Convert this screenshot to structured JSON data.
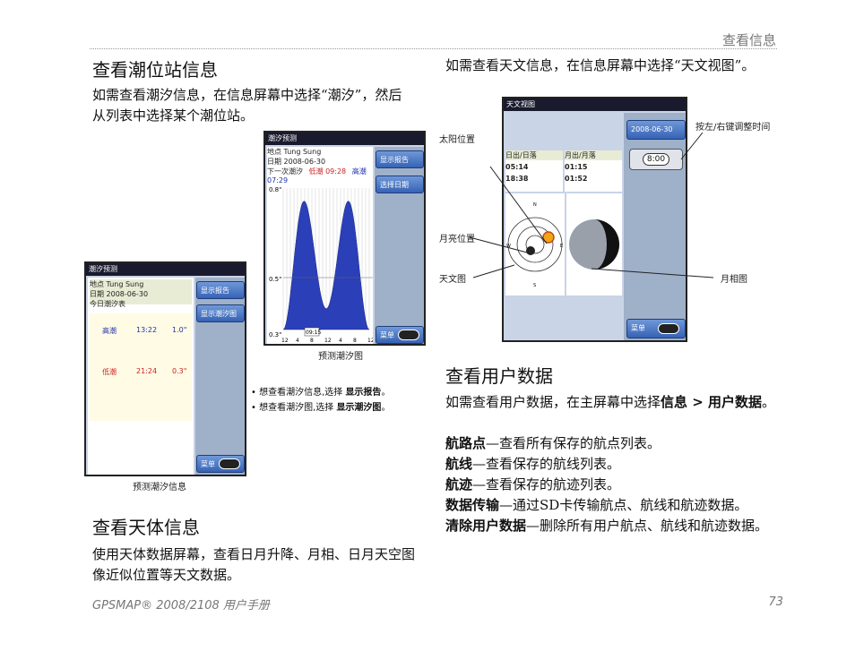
{
  "header": {
    "title": "查看信息"
  },
  "left": {
    "tides_heading": "查看潮位站信息",
    "tides_text": "如需查看潮汐信息，在信息屏幕中选择“潮汐”，然后从列表中选择某个潮位站。",
    "bullet1_a": "想查看潮汐信息,选择 ",
    "bullet1_b": "显示报告",
    "bullet1_c": "。",
    "bullet2_a": "想查看潮汐图,选择 ",
    "bullet2_b": "显示潮汐图",
    "bullet2_c": "。",
    "caption_chart": "预测潮汐图",
    "caption_info": "预测潮汐信息",
    "celestial_heading": "查看天体信息",
    "celestial_text": "使用天体数据屏幕，查看日月升降、月相、日月天空图像近似位置等天文数据。"
  },
  "tide_screen_small": {
    "title": "潮汐预测",
    "rows": [
      "地点  Tung Sung",
      "日期  2008-06-30",
      "今日潮汐表"
    ],
    "table": [
      {
        "type": "高潮",
        "time": "13:22",
        "height": "1.0\"",
        "color": "#2233aa"
      },
      {
        "type": "低潮",
        "time": "21:24",
        "height": "0.3\"",
        "color": "#cc2222"
      }
    ],
    "btn1": "显示报告",
    "btn2": "显示潮汐图",
    "menu": "菜单"
  },
  "tide_screen_chart": {
    "title": "潮汐预测",
    "rows": [
      "地点  Tung Sung",
      "日期  2008-06-30"
    ],
    "next_label": "下一次潮汐",
    "next_low": "低潮 09:28",
    "next_high": "高潮 07:29",
    "y_top": "0.8\"",
    "y_mid": "0.5\"",
    "y_bot": "0.3\"",
    "time_marker": "09:15",
    "x_ticks": [
      "12",
      "4",
      "8",
      "12",
      "4",
      "8",
      "12"
    ],
    "btn1": "显示报告",
    "btn2": "选择日期",
    "menu": "菜单"
  },
  "right": {
    "astro_text": "如需查看天文信息，在信息屏幕中选择“天文视图”。",
    "user_heading": "查看用户数据",
    "user_text_a": "如需查看用户数据，在主屏幕中选择",
    "user_text_b": "信息 > 用户数据",
    "user_text_c": "。",
    "items": [
      {
        "term": "航路点",
        "desc": "—查看所有保存的航点列表。"
      },
      {
        "term": "航线",
        "desc": "—查看保存的航线列表。"
      },
      {
        "term": "航迹",
        "desc": "—查看保存的航迹列表。"
      },
      {
        "term": "数据传输",
        "desc": "—通过SD卡传输航点、航线和航迹数据。"
      },
      {
        "term": "清除用户数据",
        "desc": "—删除所有用户航点、航线和航迹数据。"
      }
    ]
  },
  "astro_screen": {
    "title": "天文视图",
    "date": "2008-06-30",
    "sun_header": "日出/日落",
    "moon_header": "月出/月落",
    "sunrise": "05:14",
    "sunset": "18:38",
    "moonrise": "01:15",
    "moonset": "01:52",
    "time": "8:00",
    "menu": "菜单",
    "compass": [
      "N",
      "E",
      "S",
      "W"
    ]
  },
  "callouts": {
    "sun": "太阳位置",
    "moon": "月亮位置",
    "sky": "天文图",
    "phase": "月相图",
    "adjust": "按左/右键调整时间"
  },
  "footer": {
    "left": "GPSMAP® 2008/2108 用户手册",
    "page": "73"
  },
  "colors": {
    "tide_fill": "#2b3fb8",
    "screen_bg": "#c9d4e6",
    "button": "#3f6fc0"
  }
}
